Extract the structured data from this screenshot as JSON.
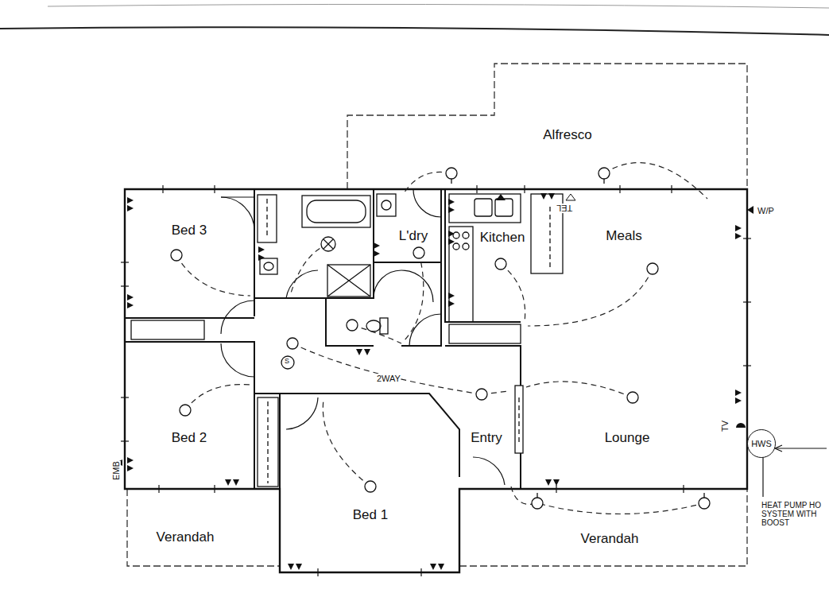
{
  "diagram": {
    "nodes": [
      {
        "text": [
          "Alfresco"
        ]
      },
      {
        "text": [
          "Bed 3"
        ]
      },
      {
        "text": [
          "L'dry"
        ]
      },
      {
        "text": [
          "Kitchen"
        ]
      },
      {
        "text": [
          "Meals"
        ]
      },
      {
        "text": [
          "Bed 2"
        ]
      },
      {
        "text": [
          "Entry"
        ]
      },
      {
        "text": [
          "Lounge"
        ]
      },
      {
        "text": [
          "HWS"
        ]
      },
      {
        "text": [
          "Bed 1"
        ]
      },
      {
        "text": [
          "Verandah"
        ]
      },
      {
        "text": [
          "Verandah"
        ]
      }
    ],
    "labels": [
      "2WAY",
      "W/P",
      "TEL",
      "TV",
      "EMB",
      "S",
      "HEAT PUMP HO SYSTEM WITH BOOST"
    ]
  }
}
